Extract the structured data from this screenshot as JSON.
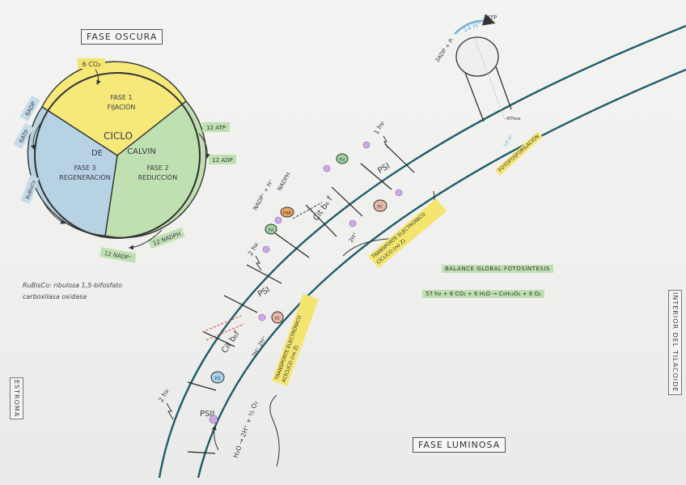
{
  "calvin": {
    "title_box": "FASE OSCURA",
    "co2_input": "6 CO₂",
    "sector1": {
      "line1": "FASE 1",
      "line2": "FIJACIÓN"
    },
    "sector2": {
      "line1": "FASE 2",
      "line2": "REDUCCIÓN"
    },
    "sector3": {
      "line1": "FASE 3",
      "line2": "REGENERACIÓN"
    },
    "center_line1": "CICLO",
    "center_line2": "DE",
    "center_line3": "CALVIN",
    "adp_left": "6ADP",
    "atp_left": "6ATP",
    "rubisco_left": "RuBisCo",
    "atp_right": "12 ATP",
    "adp_right": "12 ADP",
    "nadph_bottom": "12 NADPH",
    "nadp_bottom": "12 NADP⁺",
    "colors": {
      "fase1": "#f6e97a",
      "fase2": "#bfe0b0",
      "fase3": "#b7d2e3"
    }
  },
  "rubisco_note": {
    "line1": "RuBisCo: ribulosa 1,5-bifosfato",
    "line2": "carboxilasa oxidasa"
  },
  "membrane": {
    "psii": "PSII",
    "cytb6f_lower": "Cit b₆f",
    "psi_lower": "PSI",
    "cytb6f_upper": "Cit b₆ f",
    "psi_upper": "PSI",
    "pq": "PQ",
    "pc_lower": "PC",
    "fd_lower": "Fd",
    "fnr": "FNR",
    "pc_upper": "PC",
    "fd_upper": "Fd",
    "atpasa": "ATPasa",
    "light1": "2 hν",
    "light2": "2 hν",
    "light3": "1 hν",
    "water": "H₂O → 2H⁺ + ½ O₂",
    "h_lower": "2H⁺ 2H⁺",
    "h_upper": "2H⁺",
    "nadph_upper": "NADPH",
    "nadp_upper": "NADP⁺ + H⁺",
    "atp_synth_left": "3ADP + Pᵢ",
    "atp_synth_h": "14 H⁺",
    "atp_synth_right": "3ATP",
    "h_atpasa_inside": "14 H⁺"
  },
  "labels": {
    "acyclic": "TRANSPORTE ELECTRÓNICO ACÍCLICO (no Z)",
    "cyclic": "TRANSPORTE ELECTRÓNICO CÍCLICO (no Z)",
    "photophosphorylation": "FOTOFOSFORILACIÓN",
    "balance_title": "BALANCE GLOBAL FOTOSÍNTESIS",
    "balance_eq": "57 hν + 6 CO₂ + 6 H₂O → C₆H₁₂O₆ + 6 O₂",
    "fase_luminosa": "FASE LUMINOSA",
    "estroma": "ESTROMA",
    "interior_tilacoide": "INTERIOR DEL TILACOIDE"
  }
}
